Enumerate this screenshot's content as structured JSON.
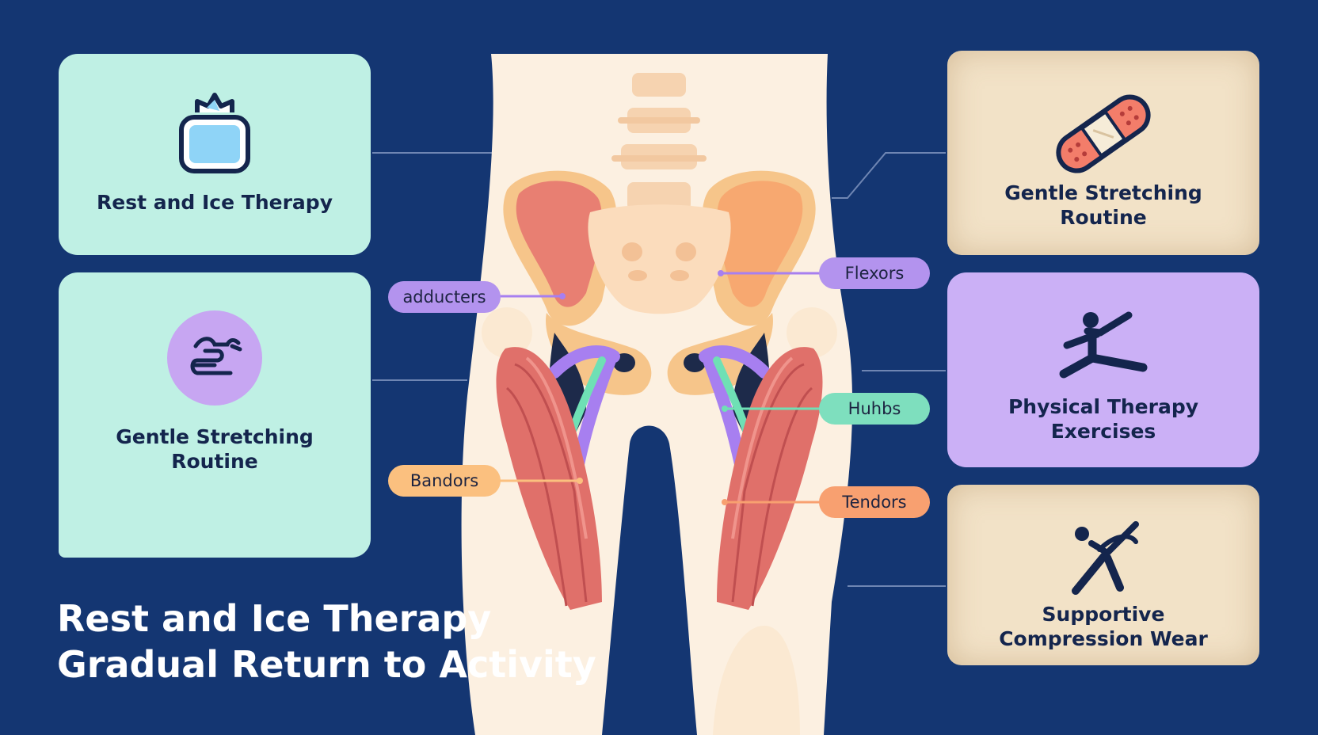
{
  "cards": {
    "left_top": {
      "label": "Rest and Ice Therapy",
      "icon": "ice-pack-icon"
    },
    "left_mid": {
      "label_lines": [
        "Gentle Stretching",
        "Routine"
      ],
      "icon": "stretching-icon"
    },
    "right_top": {
      "label_lines": [
        "Gentle Stretching",
        "Routine"
      ],
      "icon": "bandage-icon"
    },
    "right_mid": {
      "label_lines": [
        "Physical Therapy",
        "Exercises"
      ],
      "icon": "lunge-figure-icon"
    },
    "right_bottom": {
      "label_lines": [
        "Supportive",
        "Compression Wear"
      ],
      "icon": "kicking-figure-icon"
    }
  },
  "labels": {
    "adductors": "adducters",
    "flexors": "Flexors",
    "hubs": "Huhbs",
    "bandors": "Bandors",
    "tendors": "Tendors"
  },
  "bottom_title": {
    "line1": "Rest and Ice Therapy",
    "line2": "Gradual Return to Activity"
  },
  "colors": {
    "background": "#143672",
    "mint": "#bff0e4",
    "lavender": "#cbb0f6",
    "paper": "#f2e2c7",
    "muscle": "#e0706a",
    "bone": "#fbe9d2",
    "skin": "#fcf0e1",
    "ilium_left": "#e87f72",
    "ilium_right": "#f7a870"
  }
}
